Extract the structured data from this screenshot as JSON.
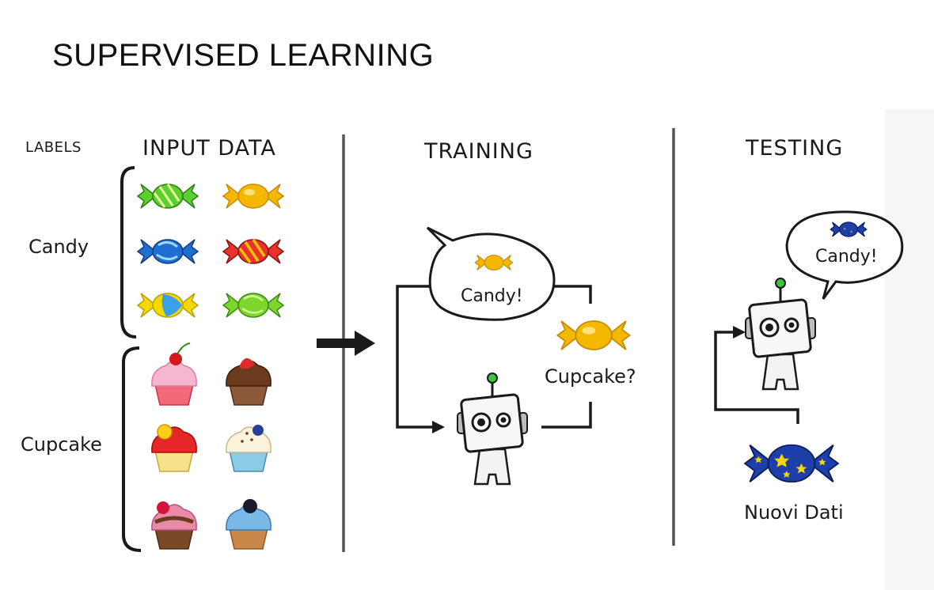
{
  "title": "SUPERVISED LEARNING",
  "headers": {
    "labels": "LABELS",
    "input_data": "INPUT DATA",
    "training": "TRAINING",
    "testing": "TESTING"
  },
  "labels": {
    "candy": "Candy",
    "cupcake": "Cupcake"
  },
  "training": {
    "bubble_text": "Candy!",
    "question": "Cupcake?"
  },
  "testing": {
    "bubble_text": "Candy!",
    "new_data": "Nuovi Dati"
  },
  "colors": {
    "line": "#1a1a1a",
    "robot_antenna": "#3cc43c",
    "candy_gold": "#f5b800",
    "candy_green": "#5ccf2e",
    "candy_blue": "#1f6fd0",
    "candy_red": "#e8322a",
    "candy_navy": "#1f3fa8"
  }
}
